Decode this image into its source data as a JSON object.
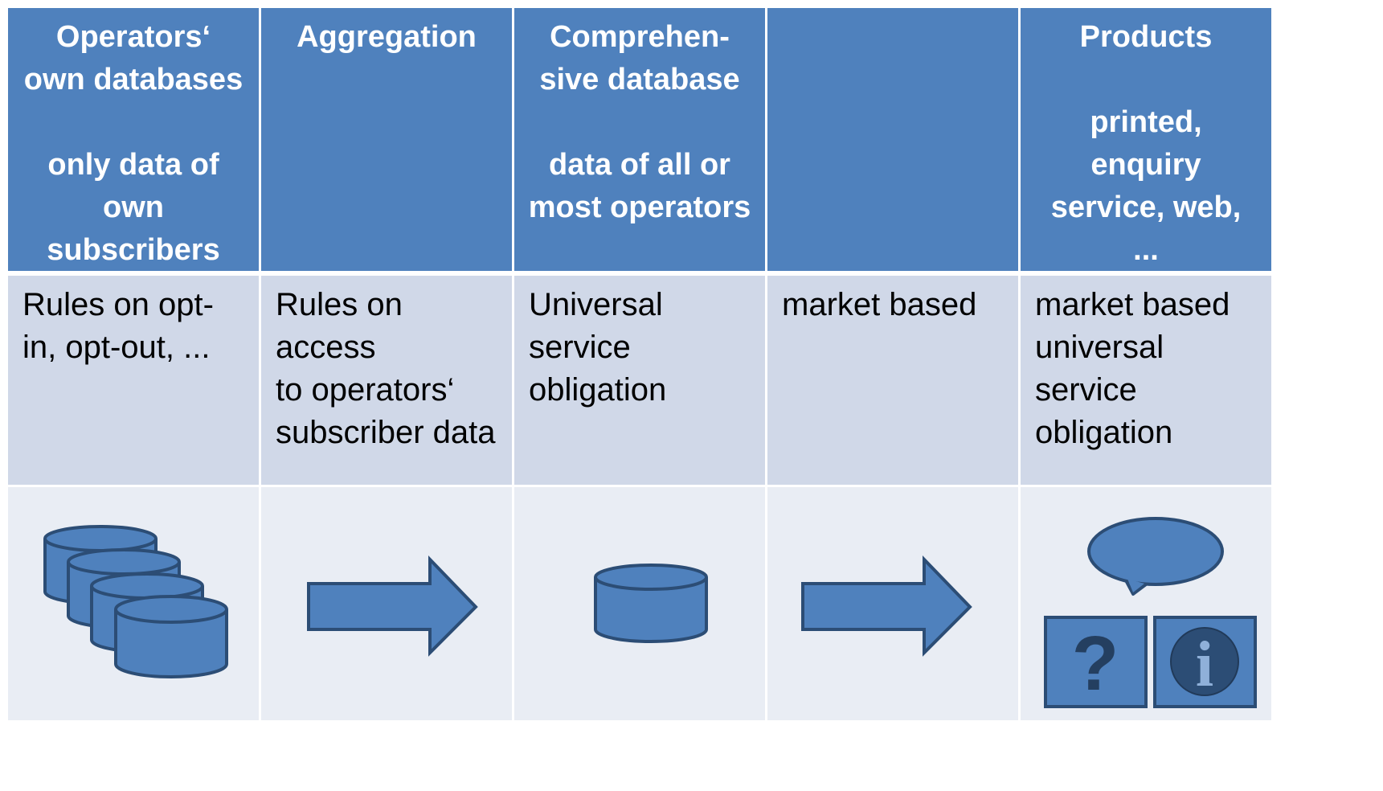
{
  "colors": {
    "header_fill": "#4f81bd",
    "body_fill": "#d0d8e8",
    "icon_row_fill": "#e9edf4",
    "shape_fill": "#4f81bd",
    "shape_stroke": "#2c4d75",
    "header_text": "#ffffff",
    "body_text": "#000000"
  },
  "columns": [
    {
      "header": "Operators‘\nown databases\n\nonly data of\nown\nsubscribers",
      "rule": "Rules on opt-\nin, opt-out, ...",
      "icon": "stacked-databases-icon"
    },
    {
      "header": "Aggregation",
      "rule": "Rules on access\nto operators‘\nsubscriber data",
      "icon": "right-arrow-icon"
    },
    {
      "header": "Comprehen-\nsive database\n\ndata of all or\nmost operators",
      "rule": "Universal\nservice\nobligation",
      "icon": "database-icon"
    },
    {
      "header": "",
      "rule": "market based",
      "icon": "right-arrow-icon"
    },
    {
      "header": "Products\n\nprinted,\nenquiry\nservice, web,\n...",
      "rule": "market based\nuniversal\nservice\nobligation",
      "icon": "products-icon",
      "icon_parts": [
        "speech-bubble-icon",
        "question-mark-icon",
        "info-icon"
      ],
      "question_glyph": "?",
      "info_glyph": "i"
    }
  ]
}
